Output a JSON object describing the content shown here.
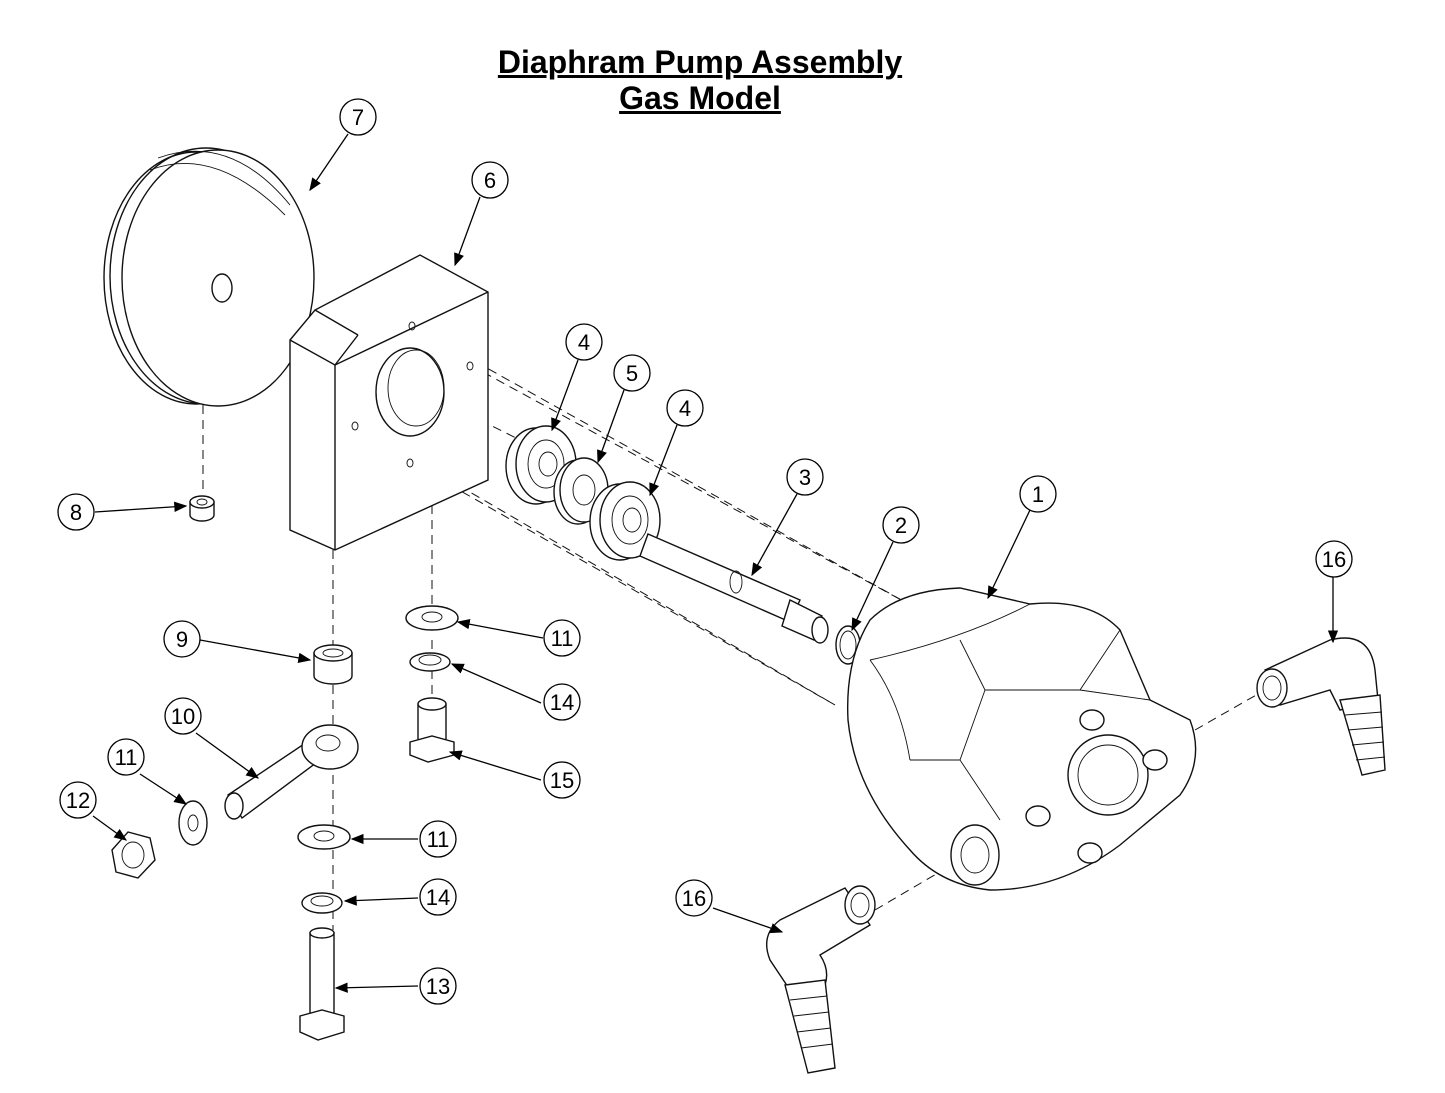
{
  "title": {
    "line1": "Diaphram Pump Assembly",
    "line2": "Gas Model"
  },
  "callouts": [
    {
      "id": "c7",
      "label": "7"
    },
    {
      "id": "c6",
      "label": "6"
    },
    {
      "id": "c4a",
      "label": "4"
    },
    {
      "id": "c5",
      "label": "5"
    },
    {
      "id": "c4b",
      "label": "4"
    },
    {
      "id": "c3",
      "label": "3"
    },
    {
      "id": "c2",
      "label": "2"
    },
    {
      "id": "c1",
      "label": "1"
    },
    {
      "id": "c16a",
      "label": "16"
    },
    {
      "id": "c8",
      "label": "8"
    },
    {
      "id": "c9",
      "label": "9"
    },
    {
      "id": "c11a",
      "label": "11"
    },
    {
      "id": "c14a",
      "label": "14"
    },
    {
      "id": "c15",
      "label": "15"
    },
    {
      "id": "c10",
      "label": "10"
    },
    {
      "id": "c11b",
      "label": "11"
    },
    {
      "id": "c12",
      "label": "12"
    },
    {
      "id": "c11c",
      "label": "11"
    },
    {
      "id": "c14b",
      "label": "14"
    },
    {
      "id": "c13",
      "label": "13"
    },
    {
      "id": "c16b",
      "label": "16"
    }
  ]
}
